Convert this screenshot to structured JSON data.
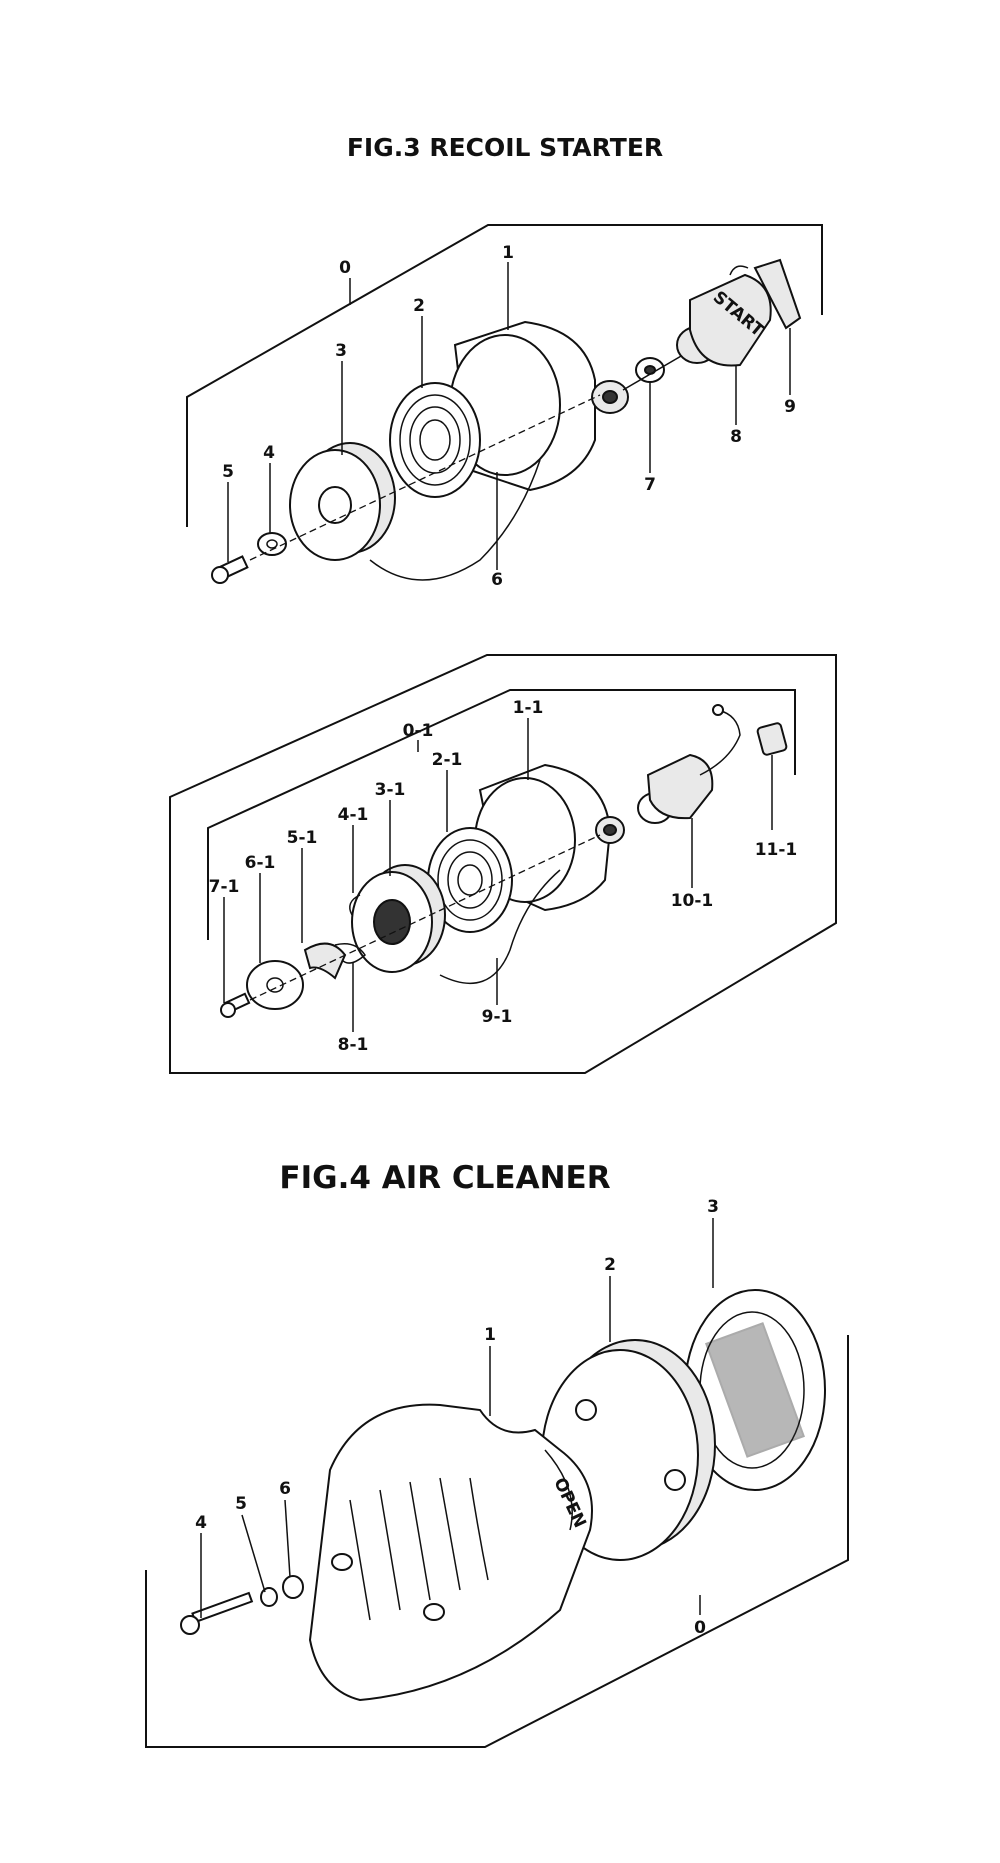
{
  "fig3": {
    "title": "FIG.3   RECOIL  STARTER",
    "parts_a": [
      {
        "id": "p0",
        "label": "0"
      },
      {
        "id": "p1",
        "label": "1"
      },
      {
        "id": "p2",
        "label": "2"
      },
      {
        "id": "p3",
        "label": "3"
      },
      {
        "id": "p4",
        "label": "4"
      },
      {
        "id": "p5",
        "label": "5"
      },
      {
        "id": "p6",
        "label": "6"
      },
      {
        "id": "p7",
        "label": "7"
      },
      {
        "id": "p8",
        "label": "8"
      },
      {
        "id": "p9",
        "label": "9"
      }
    ],
    "parts_b": [
      {
        "id": "b0",
        "label": "0-1"
      },
      {
        "id": "b1",
        "label": "1-1"
      },
      {
        "id": "b2",
        "label": "2-1"
      },
      {
        "id": "b3",
        "label": "3-1"
      },
      {
        "id": "b4",
        "label": "4-1"
      },
      {
        "id": "b5",
        "label": "5-1"
      },
      {
        "id": "b6",
        "label": "6-1"
      },
      {
        "id": "b7",
        "label": "7-1"
      },
      {
        "id": "b8",
        "label": "8-1"
      },
      {
        "id": "b9",
        "label": "9-1"
      },
      {
        "id": "b10",
        "label": "10-1"
      },
      {
        "id": "b11",
        "label": "11-1"
      }
    ],
    "handle_text": "START"
  },
  "fig4": {
    "title": "FIG.4   AIR  CLEANER",
    "parts": [
      {
        "id": "c0",
        "label": "0"
      },
      {
        "id": "c1",
        "label": "1"
      },
      {
        "id": "c2",
        "label": "2"
      },
      {
        "id": "c3",
        "label": "3"
      },
      {
        "id": "c4",
        "label": "4"
      },
      {
        "id": "c5",
        "label": "5"
      },
      {
        "id": "c6",
        "label": "6"
      }
    ],
    "cover_text": "OPEN"
  }
}
